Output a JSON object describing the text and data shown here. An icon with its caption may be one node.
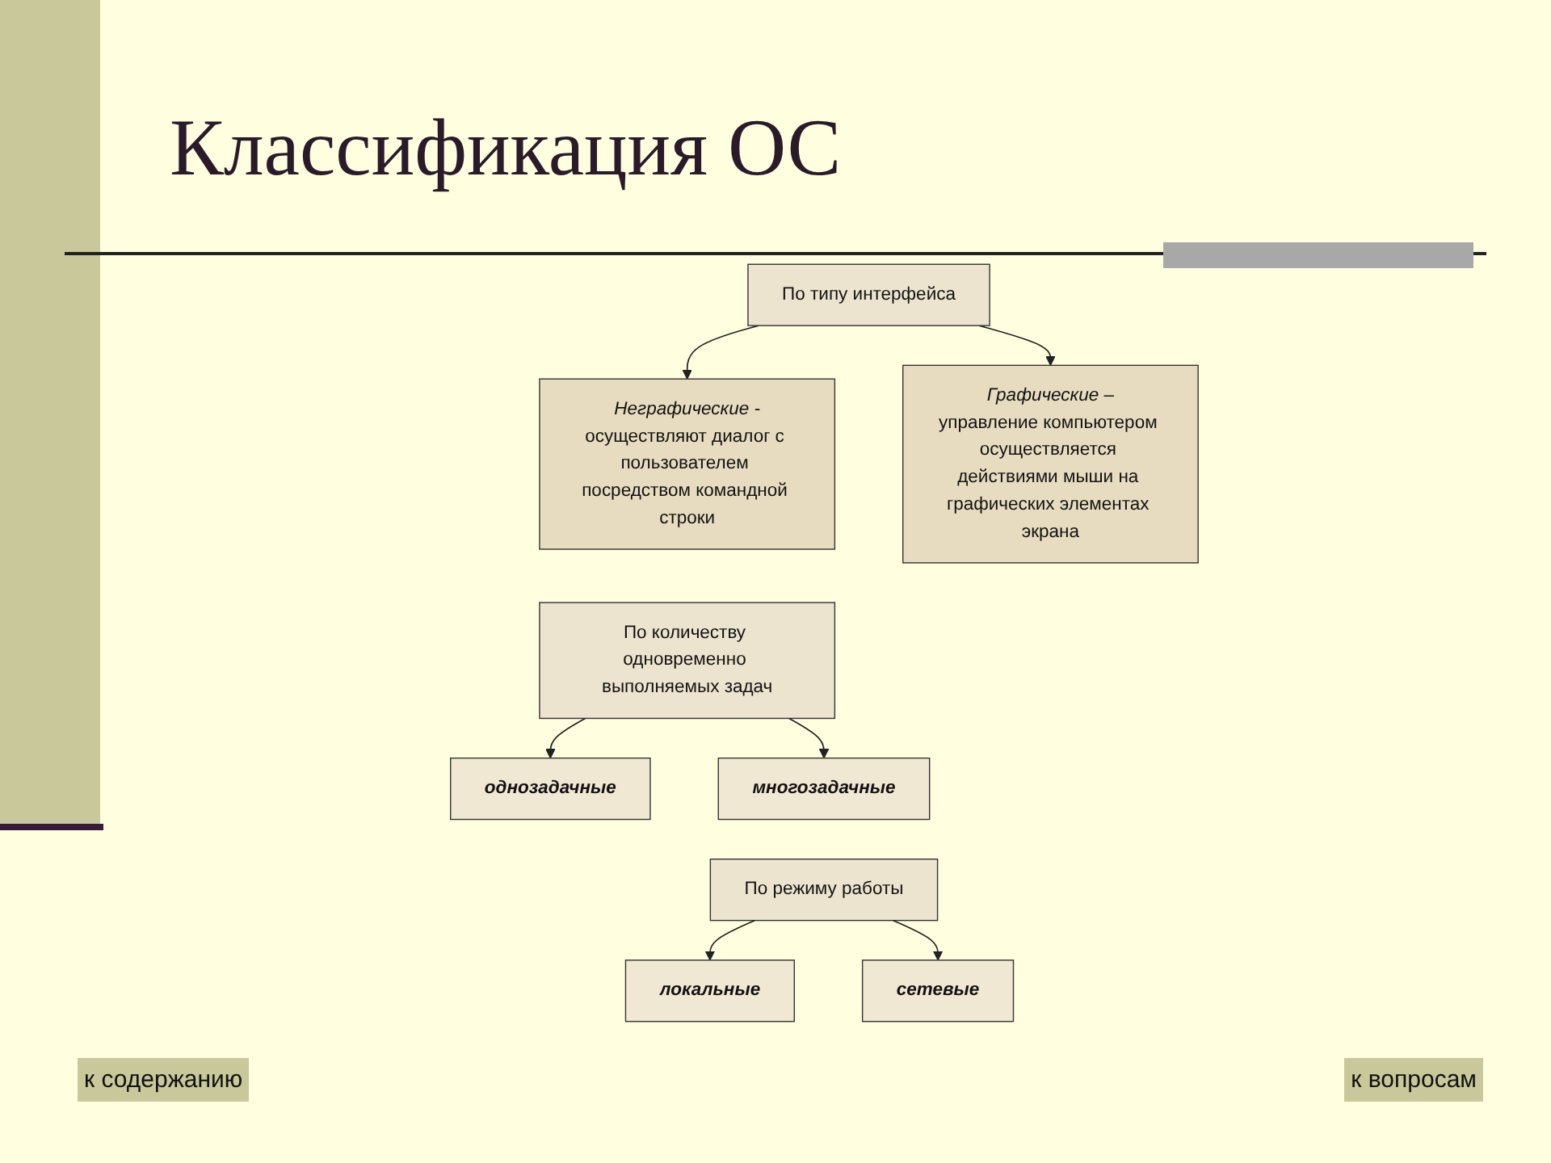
{
  "diagram": {
    "title": "Классификация ОС",
    "nodes": [
      {
        "text": [
          "По типу интерфейса"
        ]
      },
      {
        "text": [
          "Неграфические -",
          "осуществляют диалог с пользователем посредством командной строки"
        ]
      },
      {
        "text": [
          "Графические –",
          "управление компьютером осуществляется действиями мыши на графических элементах экрана"
        ]
      },
      {
        "text": [
          "По количеству одновременно выполняемых задач"
        ]
      },
      {
        "text": [
          "однозадачные"
        ]
      },
      {
        "text": [
          "многозадачные"
        ]
      },
      {
        "text": [
          "По режиму работы"
        ]
      },
      {
        "text": [
          "локальные"
        ]
      },
      {
        "text": [
          "сетевые"
        ]
      }
    ],
    "edges": [
      {
        "from": 0,
        "to": 1,
        "arrow": "to"
      },
      {
        "from": 0,
        "to": 2,
        "arrow": "to"
      },
      {
        "from": 3,
        "to": 4,
        "arrow": "to"
      },
      {
        "from": 3,
        "to": 5,
        "arrow": "to"
      },
      {
        "from": 6,
        "to": 7,
        "arrow": "to"
      },
      {
        "from": 6,
        "to": 8,
        "arrow": "to"
      }
    ],
    "labels": [
      "к содержанию",
      "к вопросам"
    ]
  }
}
